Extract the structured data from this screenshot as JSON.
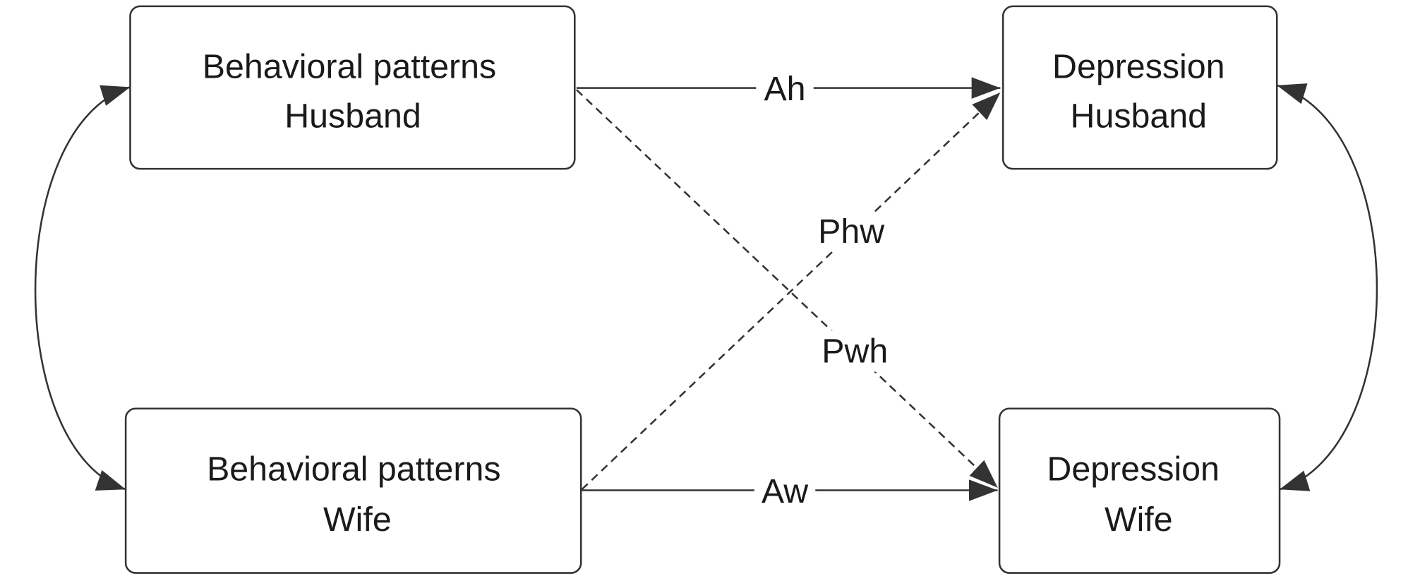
{
  "nodes": {
    "bp_husband": {
      "line1": "Behavioral patterns",
      "line2": "Husband"
    },
    "dep_husband": {
      "line1": "Depression",
      "line2": "Husband"
    },
    "bp_wife": {
      "line1": "Behavioral patterns",
      "line2": "Wife"
    },
    "dep_wife": {
      "line1": "Depression",
      "line2": "Wife"
    }
  },
  "edges": {
    "ah": "Ah",
    "aw": "Aw",
    "phw": "Phw",
    "pwh": "Pwh"
  },
  "colors": {
    "stroke": "#333333",
    "text": "#1a1a1a",
    "background": "#ffffff"
  }
}
